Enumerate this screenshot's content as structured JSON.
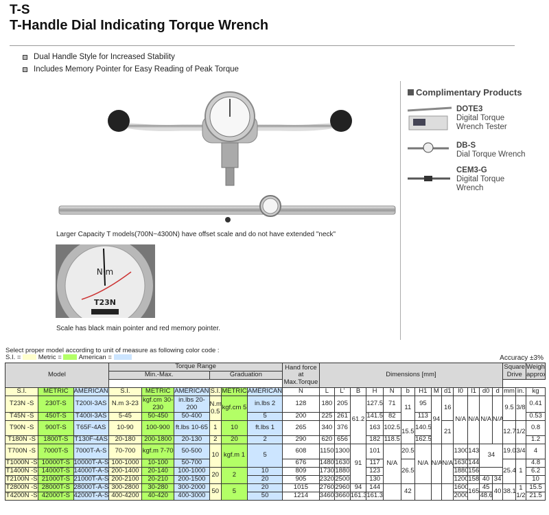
{
  "header": {
    "model": "T-S",
    "title": "T-Handle Dial Indicating Torque Wrench"
  },
  "features": [
    "Dual Handle Style for Increased Stability",
    "Includes Memory Pointer for Easy Reading of Peak Torque"
  ],
  "complimentary": {
    "title": "Complimentary Products",
    "products": [
      {
        "code": "DOTE3",
        "desc1": "Digital Torque",
        "desc2": "Wrench Tester"
      },
      {
        "code": "DB-S",
        "desc1": "Dial Torque Wrench",
        "desc2": ""
      },
      {
        "code": "CEM3-G",
        "desc1": "Digital Torque",
        "desc2": "Wrench"
      }
    ]
  },
  "captions": {
    "offset": "Larger Capacity T models(700N~4300N) have offset scale and do not have extended \"neck\"",
    "pointer": "Scale has black main pointer and red memory pointer.",
    "dial_label": "T23N",
    "dial_unit": "N·m"
  },
  "notes": {
    "select": "Select proper model according to unit of measure as following color code :",
    "si": "S.I. =",
    "metric": "Metric =",
    "american": "American =",
    "accuracy": "Accuracy ±3%"
  },
  "colors": {
    "si": "#ffffcc",
    "metric": "#b3ff66",
    "american": "#cce5ff",
    "header": "#d9d9d9"
  },
  "table": {
    "h_model": "Model",
    "h_torque": "Torque Range",
    "h_minmax": "Min.-Max.",
    "h_grad": "Graduation",
    "h_si": "S.I.",
    "h_metric": "METRIC",
    "h_american": "AMERICAN",
    "h_hand": "Hand force at Max.Torque",
    "h_dim": "Dimensions [mm]",
    "h_sq": "Square Drive",
    "h_wt": "Weight approx.",
    "u_n": "N",
    "u_l": "L",
    "u_l2": "L'",
    "u_b": "B",
    "u_hh": "H",
    "u_nn": "N",
    "u_bb": "b",
    "u_h1": "H1",
    "u_m": "M",
    "u_d1": "d1",
    "u_l0": "l0",
    "u_l1": "l1",
    "u_d0": "d0",
    "u_d": "d",
    "u_mm": "mm",
    "u_in": "in.",
    "u_kg": "kg",
    "r1": {
      "si": "T23N -S",
      "me": "230T-S",
      "am": "T200I-3AS",
      "ra_si": "N.m 3-23",
      "ra_me": "kgf.cm 30-230",
      "ra_am": "in.lbs 20-200",
      "g_si": "N.m 0.5",
      "g_me": "kgf.cm 5",
      "g_am": "in.lbs 2",
      "n": "128",
      "l": "180",
      "l2": "205",
      "h": "127.5",
      "nn": "71",
      "bb": "11",
      "h1": "95",
      "d1": "16",
      "mm": "9.5",
      "in": "3/8",
      "kg": "0.41"
    },
    "r2": {
      "si": "T45N -S",
      "me": "450T-S",
      "am": "T400I-3AS",
      "ra_si": "5-45",
      "ra_me": "50-450",
      "ra_am": "50-400",
      "g_am": "5",
      "n": "200",
      "l": "225",
      "l2": "261",
      "h": "141.5",
      "nn": "82",
      "h1": "113",
      "kg": "0.53"
    },
    "r3": {
      "si": "T90N -S",
      "me": "900T-S",
      "am": "T65F-4AS",
      "ra_si": "10-90",
      "ra_me": "100-900",
      "ra_am": "ft.lbs 10-65",
      "g_si": "1",
      "g_me": "10",
      "g_am": "ft.lbs 1",
      "n": "265",
      "l": "340",
      "l2": "376",
      "b": "61.2",
      "h": "163",
      "nn": "102.5",
      "bb": "15.5",
      "h1": "140.5",
      "m": "94",
      "d1": "21",
      "l0": "N/A",
      "l1": "N/A",
      "d0": "N/A",
      "mm": "12.7",
      "in": "1/2",
      "kg": "0.8"
    },
    "r4": {
      "si": "T180N -S",
      "me": "1800T-S",
      "am": "T130F-4AS",
      "ra_si": "20-180",
      "ra_me": "200-1800",
      "ra_am": "20-130",
      "g_si": "2",
      "g_me": "20",
      "g_am": "2",
      "n": "290",
      "l": "620",
      "l2": "656",
      "h": "182",
      "nn": "118.5",
      "h1": "162.5",
      "d": "N/A",
      "kg": "1.2"
    },
    "r5": {
      "si": "T700N -S",
      "me": "7000T-S",
      "am": "7000T-A-S",
      "ra_si": "70-700",
      "ra_me": "kgf.m 7-70",
      "ra_am": "50-500",
      "g_si": "10",
      "g_me": "kgf.m 1",
      "g_am": "5",
      "n": "608",
      "l": "1150",
      "l2": "1300",
      "h": "101",
      "bb": "20.5",
      "l0": "1300",
      "l1": "143",
      "mm": "19.0",
      "in": "3/4",
      "kg": "4"
    },
    "r6": {
      "si": "T1000N -S",
      "me": "10000T-S",
      "am": "10000T-A-S",
      "ra_si": "100-1000",
      "ra_me": "10-100",
      "ra_am": "50-700",
      "n": "676",
      "l": "1480",
      "l2": "1630",
      "b": "91",
      "h": "117",
      "l0": "1630",
      "l1": "144",
      "d0": "34",
      "kg": "4.8"
    },
    "r7": {
      "si": "T1400N -S",
      "me": "14000T-S",
      "am": "14000T-A-S",
      "ra_si": "200-1400",
      "ra_me": "20-140",
      "ra_am": "100-1000",
      "g_si": "20",
      "g_me": "2",
      "g_am": "10",
      "n": "809",
      "l": "1730",
      "l2": "1880",
      "h": "123",
      "nn": "N/A",
      "bb": "26.5",
      "h1": "N/A",
      "m": "N/A",
      "d1": "N/A",
      "l0": "1880",
      "l1": "156",
      "mm": "25.4",
      "in": "1",
      "kg": "6.2"
    },
    "r8": {
      "si": "T2100N -S",
      "me": "21000T-S",
      "am": "21000T-A-S",
      "ra_si": "200-2100",
      "ra_me": "20-210",
      "ra_am": "200-1500",
      "g_am": "20",
      "n": "905",
      "l": "2320",
      "l2": "2500",
      "h": "130",
      "l0": "1200",
      "l1": "158",
      "d0": "40",
      "d": "34",
      "kg": "10"
    },
    "r9": {
      "si": "T2800N -S",
      "me": "28000T-S",
      "am": "28000T-A-S",
      "ra_si": "300-2800",
      "ra_me": "30-280",
      "ra_am": "300-2000",
      "g_si": "50",
      "g_me": "5",
      "g_am": "20",
      "n": "1015",
      "l": "2760",
      "l2": "2960",
      "b": "94",
      "h": "144",
      "bb": "42",
      "l0": "1600",
      "l1": "165",
      "d0": "45",
      "d": "40",
      "mm": "38.1",
      "in": "1 1/2",
      "kg": "15.5"
    },
    "r10": {
      "si": "T4200N -S",
      "me": "42000T-S",
      "am": "42000T-A-S",
      "ra_si": "400-4200",
      "ra_me": "40-420",
      "ra_am": "400-3000",
      "g_am": "50",
      "n": "1214",
      "l": "3460",
      "l2": "3660",
      "b": "161.3",
      "h": "161.3",
      "l0": "2000",
      "d0": "48.6",
      "kg": "21.5"
    }
  }
}
